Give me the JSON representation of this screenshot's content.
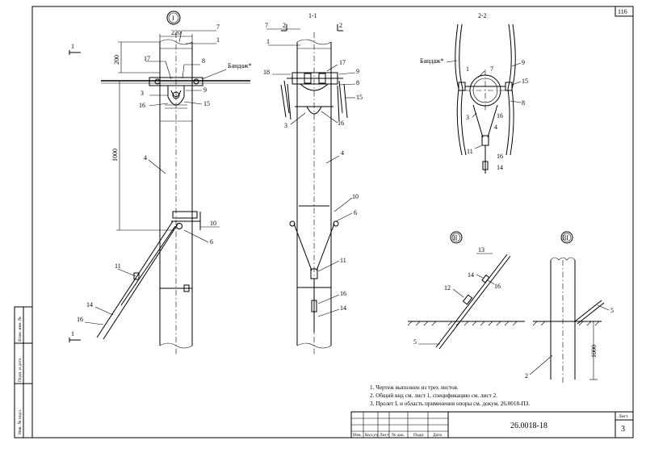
{
  "sheet_number_corner": "116",
  "drawing_code": "26.0018-18",
  "sheet_label": "Лист",
  "sheet_value": "3",
  "views": {
    "v1_marker": "I",
    "section_1_1": "1-1",
    "section_2_2": "2-2",
    "v2_marker": "II",
    "v3_marker": "III",
    "cut_mark": "1"
  },
  "bandage_label": "Бандаж*",
  "dimensions": {
    "d220": "220",
    "d200": "200",
    "d1000_main": "1000",
    "d1000_right": "1000"
  },
  "callouts": {
    "c1": "1",
    "c2": "2",
    "c3": "3",
    "c4": "4",
    "c5": "5",
    "c6": "6",
    "c7": "7",
    "c8": "8",
    "c9": "9",
    "c10": "10",
    "c11": "11",
    "c12": "12",
    "c13": "13",
    "c14": "14",
    "c15": "15",
    "c16": "16",
    "c17": "17",
    "c18": "18"
  },
  "notes": [
    "1. Чертеж выполнен из трех листов.",
    "2. Общий вид см. лист 1, спецификацию см. лист 2.",
    "3. Пролет L и область применения опоры см. докум. 26.0018-ПЗ."
  ],
  "title_block_cols": [
    "Изм.",
    "Кол.уч",
    "Лист",
    "№ док.",
    "Подп.",
    "Дата"
  ],
  "side_stamp": [
    "Взам. инв. №",
    "Подп. и дата",
    "Инв. № подл."
  ]
}
